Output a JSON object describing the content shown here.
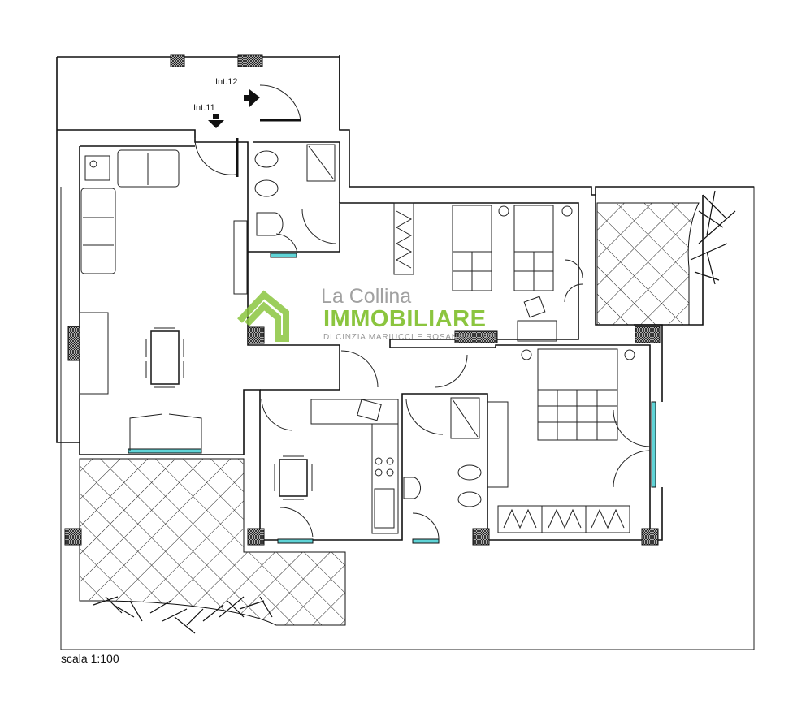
{
  "labels": {
    "int12": "Int.12",
    "int11": "Int.11"
  },
  "scale": "scala 1:100",
  "logo": {
    "line1": "La Collina",
    "line2": "IMMOBILIARE",
    "line3": "DI CINZIA MARIUCCI E ROSANNA ...STI"
  },
  "colors": {
    "walls": "#111111",
    "window_glass": "#5fd3d6",
    "logo_green": "#8bc53f",
    "logo_gray": "#8a8a8a"
  },
  "icons": [
    "door-swing",
    "window",
    "pillar-hatch",
    "bed",
    "sofa",
    "table-chairs",
    "wardrobe",
    "toilet",
    "bidet",
    "sink",
    "shower",
    "stove",
    "plants",
    "entrance-arrow"
  ]
}
